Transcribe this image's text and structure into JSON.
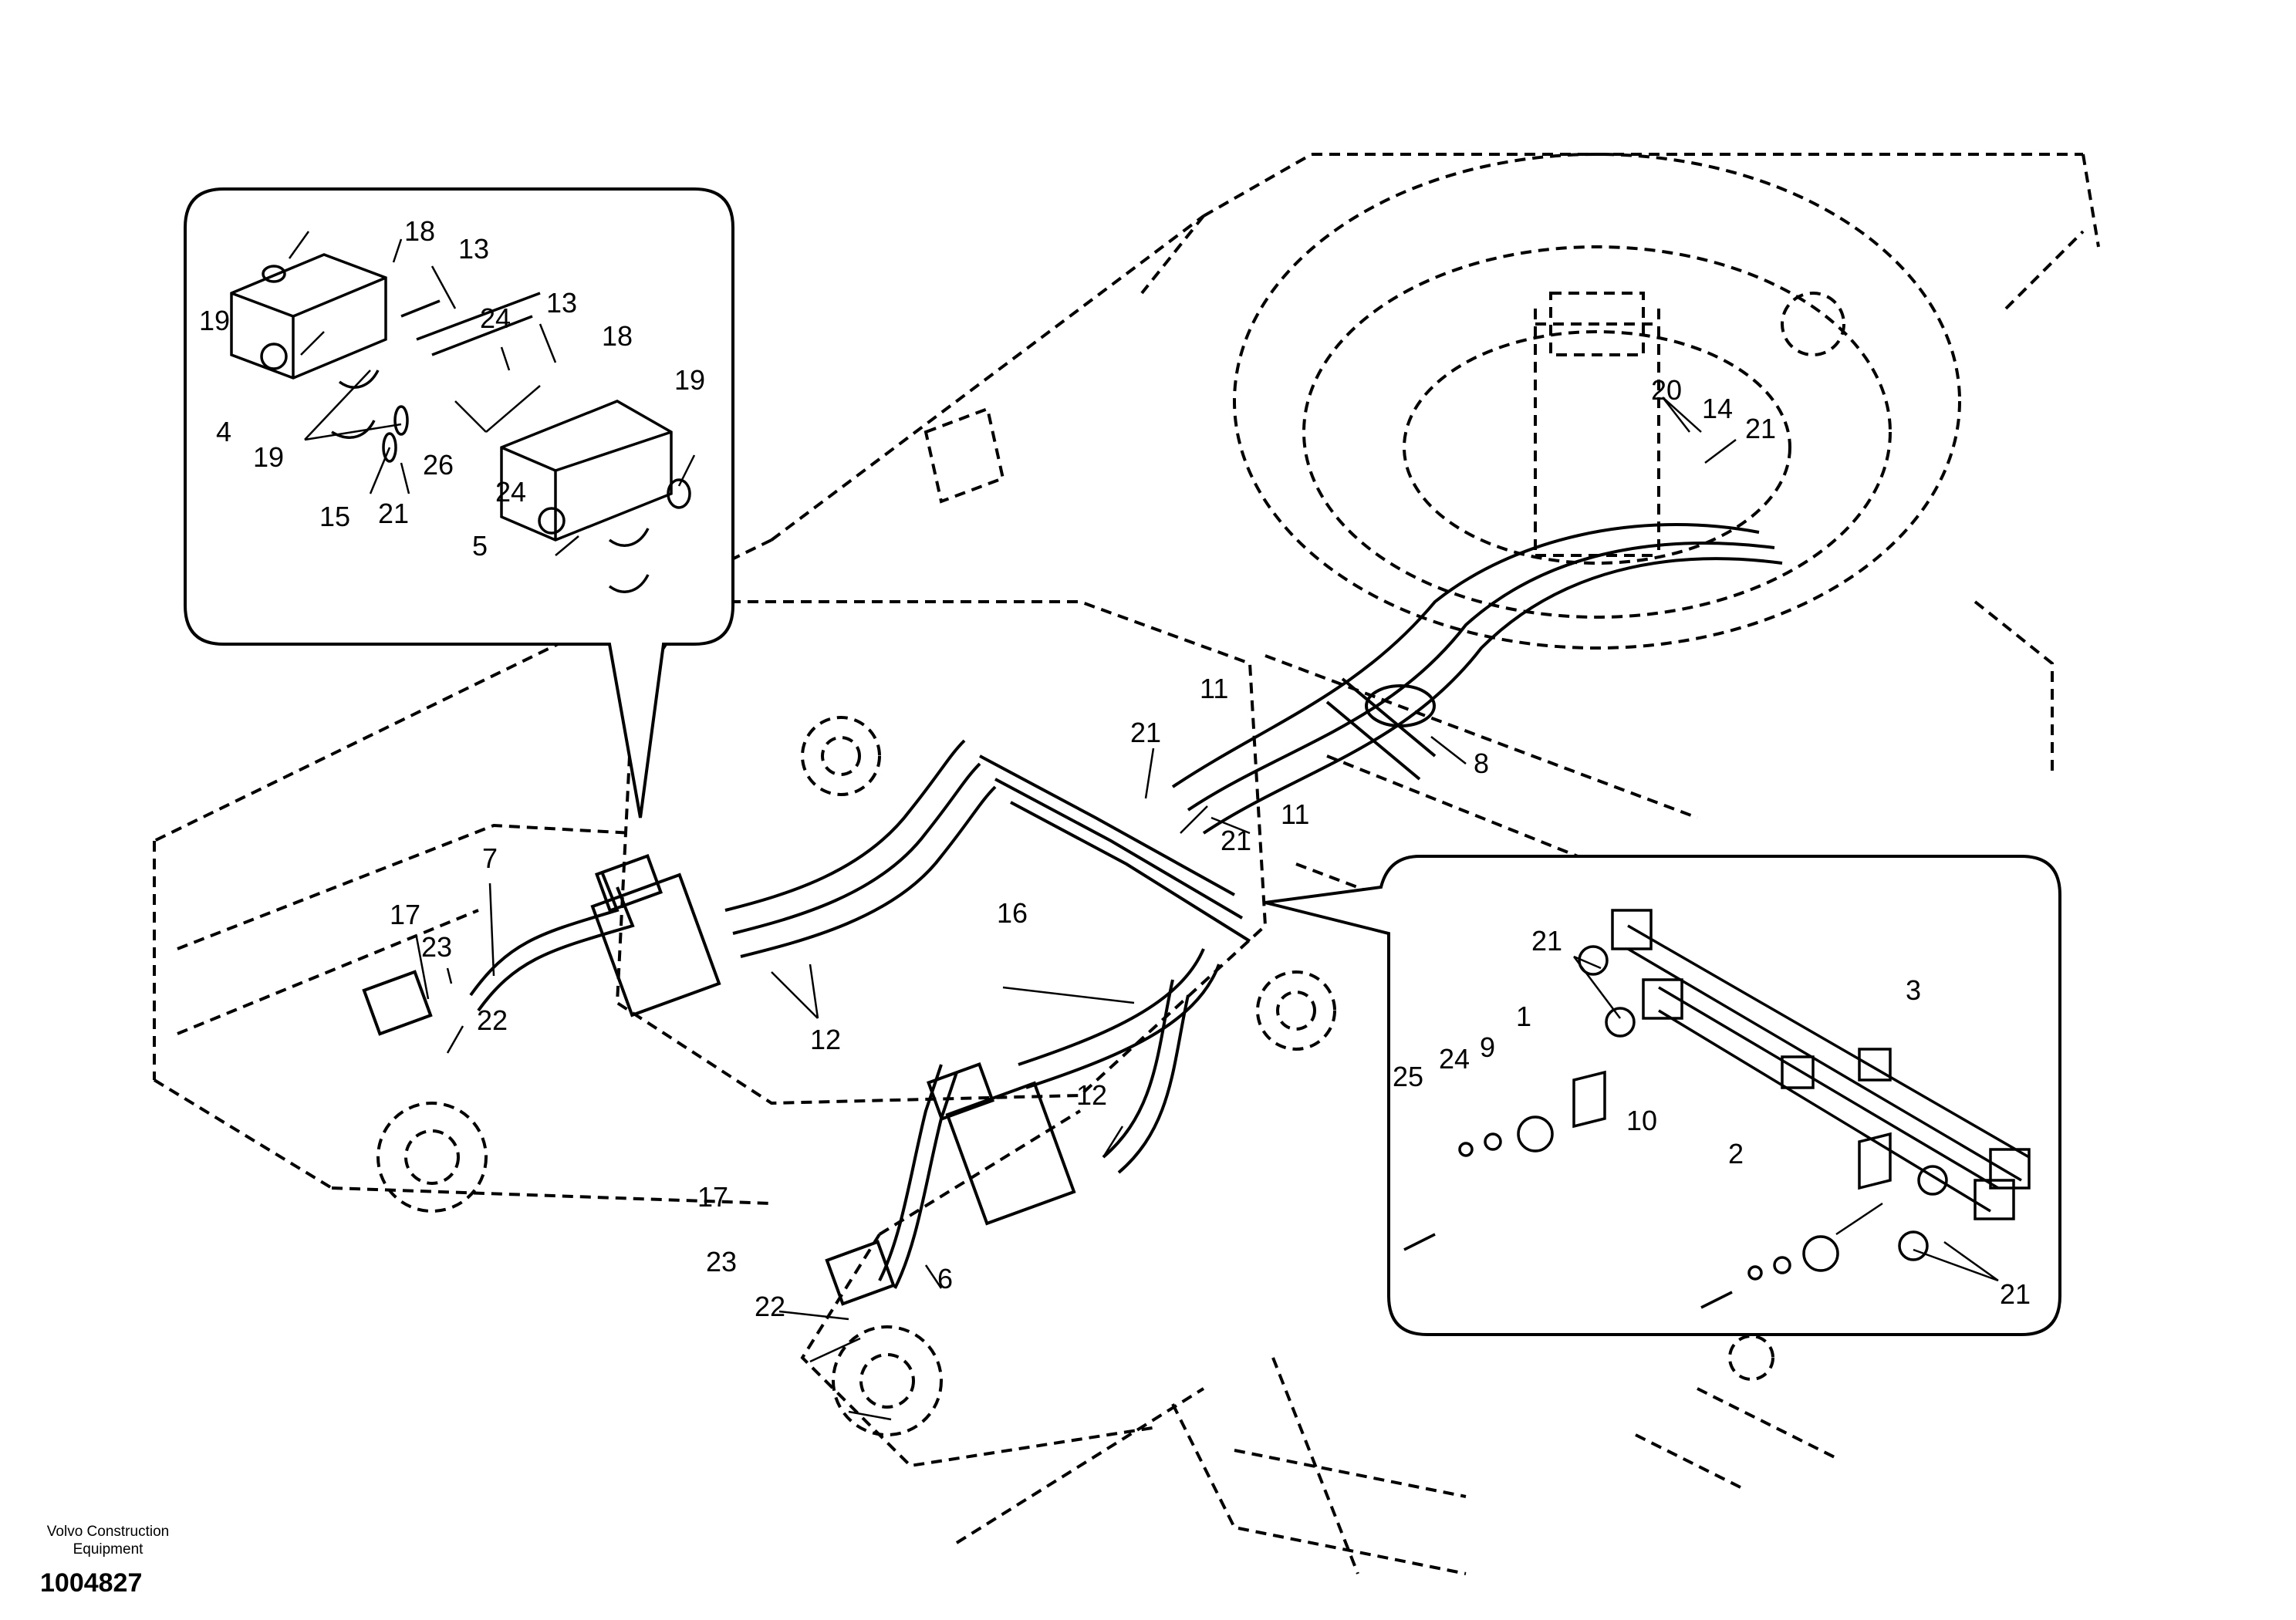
{
  "footer": {
    "company_line1": "Volvo Construction",
    "company_line2": "Equipment",
    "drawing_number": "1004827"
  },
  "callouts": {
    "inset_left": [
      "19",
      "18",
      "13",
      "24",
      "13",
      "18",
      "19",
      "4",
      "19",
      "26",
      "24",
      "15",
      "21",
      "5"
    ],
    "main": [
      "20",
      "14",
      "21",
      "11",
      "21",
      "11",
      "21",
      "8",
      "7",
      "17",
      "23",
      "22",
      "12",
      "16",
      "12",
      "17",
      "23",
      "22",
      "6"
    ],
    "inset_right": [
      "21",
      "3",
      "25",
      "24",
      "9",
      "1",
      "10",
      "2",
      "21"
    ]
  }
}
